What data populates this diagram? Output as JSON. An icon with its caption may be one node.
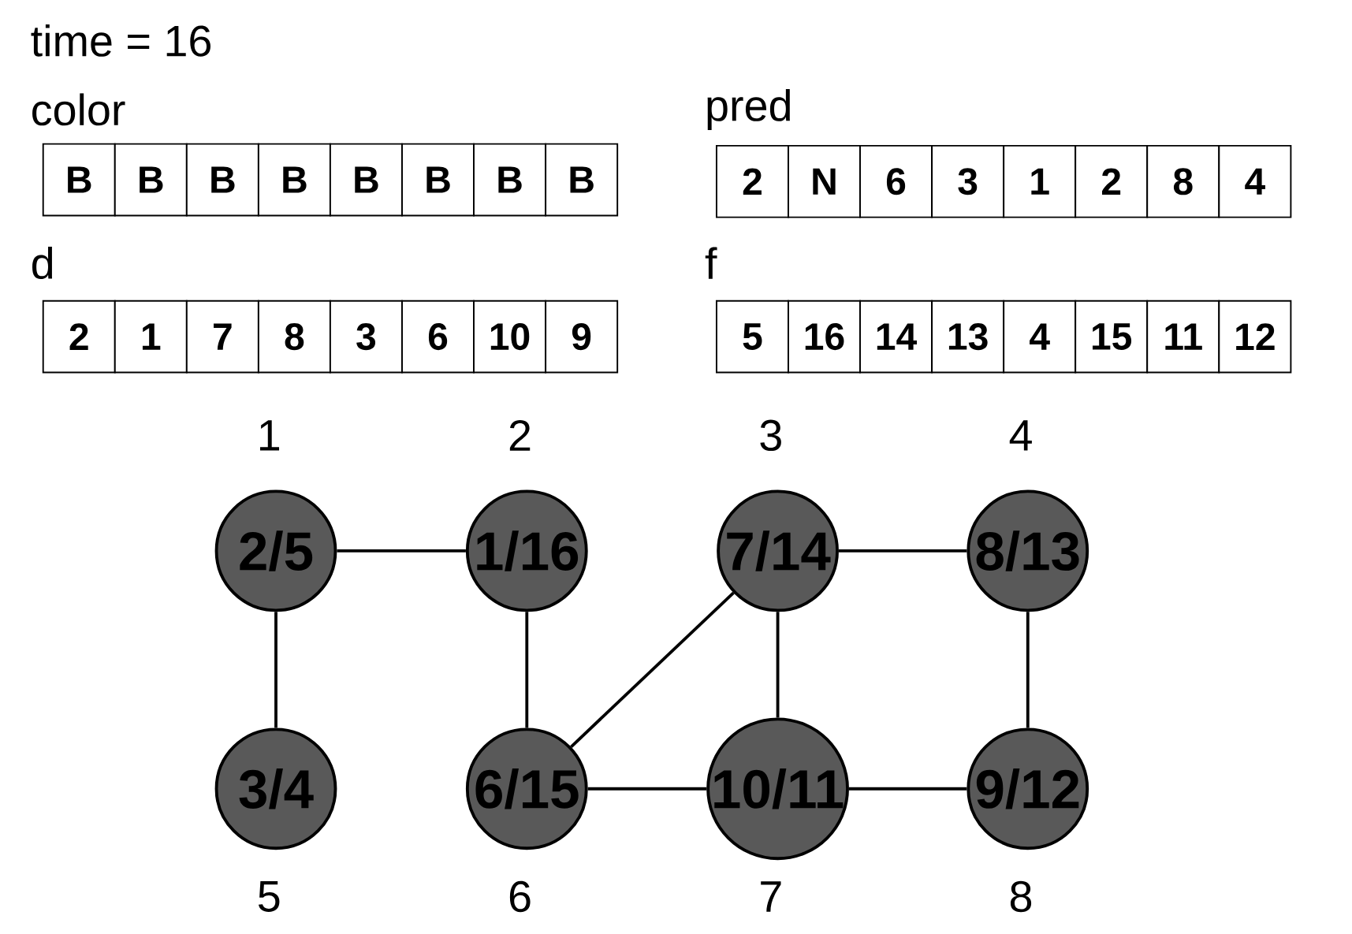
{
  "diagram": {
    "nodes": [
      {
        "text": [
          "2/5"
        ],
        "beside": [
          "1"
        ]
      },
      {
        "text": [
          "1/16"
        ],
        "beside": [
          "2"
        ]
      },
      {
        "text": [
          "7/14"
        ],
        "beside": [
          "3"
        ]
      },
      {
        "text": [
          "8/13"
        ],
        "beside": [
          "4"
        ]
      },
      {
        "text": [
          "3/4"
        ],
        "beside": [
          "5"
        ]
      },
      {
        "text": [
          "6/15"
        ],
        "beside": [
          "6"
        ]
      },
      {
        "text": [
          "10/11"
        ],
        "beside": [
          "7"
        ]
      },
      {
        "text": [
          "9/12"
        ],
        "beside": [
          "8"
        ]
      }
    ],
    "edges": [
      {
        "from": 0,
        "to": 1,
        "arrow": "none"
      },
      {
        "from": 0,
        "to": 4,
        "arrow": "none"
      },
      {
        "from": 1,
        "to": 5,
        "arrow": "none"
      },
      {
        "from": 5,
        "to": 2,
        "arrow": "none"
      },
      {
        "from": 2,
        "to": 3,
        "arrow": "none"
      },
      {
        "from": 2,
        "to": 6,
        "arrow": "none"
      },
      {
        "from": 3,
        "to": 7,
        "arrow": "none"
      },
      {
        "from": 5,
        "to": 6,
        "arrow": "none"
      },
      {
        "from": 6,
        "to": 7,
        "arrow": "none"
      }
    ],
    "labels": [
      "time = 16",
      "color",
      "pred",
      "B",
      "B",
      "B",
      "B",
      "B",
      "B",
      "B",
      "B",
      "2",
      "N",
      "6",
      "3",
      "1",
      "2",
      "8",
      "4",
      "d",
      "f",
      "2",
      "1",
      "7",
      "8",
      "3",
      "6",
      "10",
      "9",
      "5",
      "16",
      "14",
      "13",
      "4",
      "15",
      "11",
      "12"
    ]
  }
}
